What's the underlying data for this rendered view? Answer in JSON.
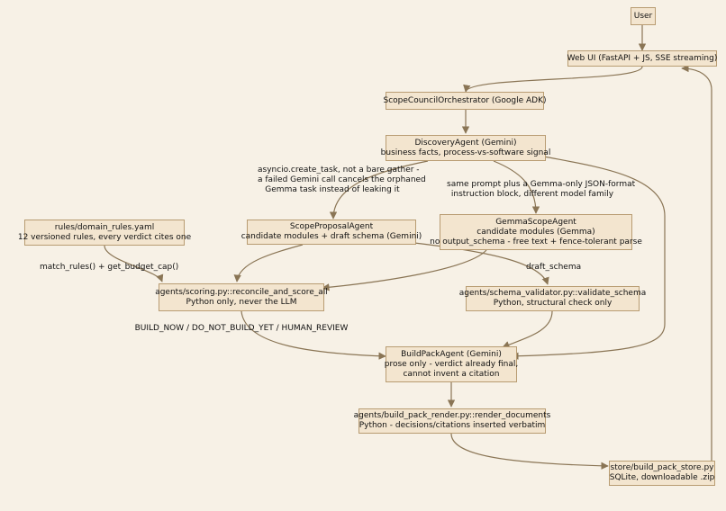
{
  "nodes": {
    "user": {
      "lines": [
        "User"
      ]
    },
    "web_ui": {
      "lines": [
        "Web UI (FastAPI + JS, SSE streaming)"
      ]
    },
    "orchestrator": {
      "lines": [
        "ScopeCouncilOrchestrator (Google ADK)"
      ]
    },
    "discovery": {
      "lines": [
        "DiscoveryAgent (Gemini)",
        "business facts, process-vs-software signal"
      ]
    },
    "rules": {
      "lines": [
        "rules/domain_rules.yaml",
        "12 versioned rules, every verdict cites one"
      ]
    },
    "scope_proposal": {
      "lines": [
        "ScopeProposalAgent",
        "candidate modules + draft schema (Gemini)"
      ]
    },
    "gemma_scope": {
      "lines": [
        "GemmaScopeAgent",
        "candidate modules (Gemma)",
        "no output_schema - free text + fence-tolerant parse"
      ]
    },
    "scoring": {
      "lines": [
        "agents/scoring.py::reconcile_and_score_all",
        "Python only, never the LLM"
      ]
    },
    "schema_validator": {
      "lines": [
        "agents/schema_validator.py::validate_schema",
        "Python, structural check only"
      ]
    },
    "build_pack": {
      "lines": [
        "BuildPackAgent (Gemini)",
        "prose only - verdict already final,",
        "cannot invent a citation"
      ]
    },
    "render": {
      "lines": [
        "agents/build_pack_render.py::render_documents",
        "Python - decisions/citations inserted verbatim"
      ]
    },
    "store": {
      "lines": [
        "store/build_pack_store.py",
        "SQLite, downloadable .zip"
      ]
    }
  },
  "edge_labels": {
    "create_task": [
      "asyncio.create_task, not a bare gather -",
      "a failed Gemini call cancels the orphaned",
      "Gemma task instead of leaking it"
    ],
    "same_prompt": [
      "same prompt plus a Gemma-only JSON-format",
      "instruction block, different model family"
    ],
    "match_rules": [
      "match_rules() + get_budget_cap()"
    ],
    "draft_schema": [
      "draft_schema"
    ],
    "verdicts": [
      "BUILD_NOW / DO_NOT_BUILD_YET / HUMAN_REVIEW"
    ]
  },
  "colors": {
    "node_fill": "#f3e5cf",
    "node_border": "#b89c72",
    "edge": "#8a7555",
    "background": "#f7f1e6"
  }
}
